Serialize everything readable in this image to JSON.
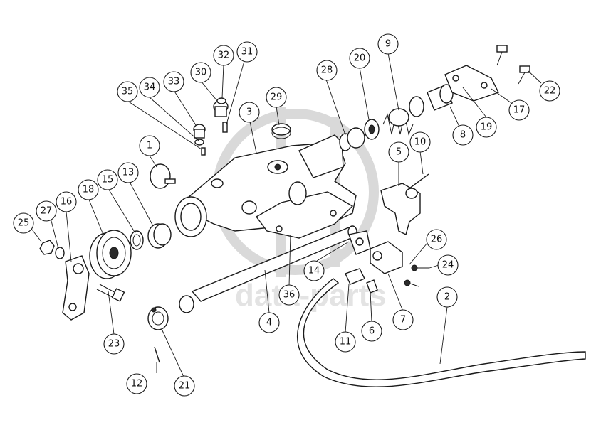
{
  "watermark": {
    "text": "data-parts"
  },
  "callouts": [
    {
      "id": "c1",
      "label": "1"
    },
    {
      "id": "c2",
      "label": "2"
    },
    {
      "id": "c3",
      "label": "3"
    },
    {
      "id": "c4",
      "label": "4"
    },
    {
      "id": "c5",
      "label": "5"
    },
    {
      "id": "c6",
      "label": "6"
    },
    {
      "id": "c7",
      "label": "7"
    },
    {
      "id": "c8",
      "label": "8"
    },
    {
      "id": "c9",
      "label": "9"
    },
    {
      "id": "c10",
      "label": "10"
    },
    {
      "id": "c11",
      "label": "11"
    },
    {
      "id": "c12",
      "label": "12"
    },
    {
      "id": "c13",
      "label": "13"
    },
    {
      "id": "c14",
      "label": "14"
    },
    {
      "id": "c15",
      "label": "15"
    },
    {
      "id": "c16",
      "label": "16"
    },
    {
      "id": "c17",
      "label": "17"
    },
    {
      "id": "c18",
      "label": "18"
    },
    {
      "id": "c19",
      "label": "19"
    },
    {
      "id": "c20",
      "label": "20"
    },
    {
      "id": "c21",
      "label": "21"
    },
    {
      "id": "c22",
      "label": "22"
    },
    {
      "id": "c23",
      "label": "23"
    },
    {
      "id": "c24",
      "label": "24"
    },
    {
      "id": "c25",
      "label": "25"
    },
    {
      "id": "c26",
      "label": "26"
    },
    {
      "id": "c27",
      "label": "27"
    },
    {
      "id": "c28",
      "label": "28"
    },
    {
      "id": "c29",
      "label": "29"
    },
    {
      "id": "c30",
      "label": "30"
    },
    {
      "id": "c31",
      "label": "31"
    },
    {
      "id": "c32",
      "label": "32"
    },
    {
      "id": "c33",
      "label": "33"
    },
    {
      "id": "c34",
      "label": "34"
    },
    {
      "id": "c35",
      "label": "35"
    },
    {
      "id": "c36",
      "label": "36"
    }
  ]
}
